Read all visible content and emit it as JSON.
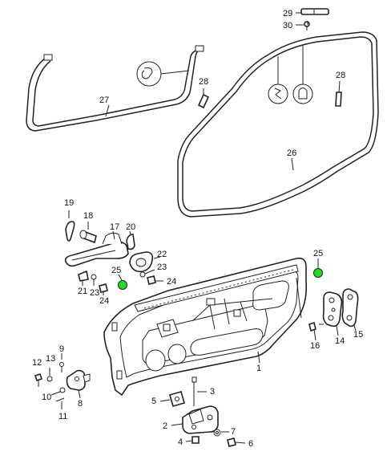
{
  "callouts": [
    {
      "id": "c1",
      "label": "1"
    },
    {
      "id": "c2",
      "label": "2"
    },
    {
      "id": "c3",
      "label": "3"
    },
    {
      "id": "c4",
      "label": "4"
    },
    {
      "id": "c5",
      "label": "5"
    },
    {
      "id": "c6",
      "label": "6"
    },
    {
      "id": "c7",
      "label": "7"
    },
    {
      "id": "c8",
      "label": "8"
    },
    {
      "id": "c9",
      "label": "9"
    },
    {
      "id": "c10",
      "label": "10"
    },
    {
      "id": "c11",
      "label": "11"
    },
    {
      "id": "c12",
      "label": "12"
    },
    {
      "id": "c13",
      "label": "13"
    },
    {
      "id": "c14",
      "label": "14"
    },
    {
      "id": "c15",
      "label": "15"
    },
    {
      "id": "c16",
      "label": "16"
    },
    {
      "id": "c17",
      "label": "17"
    },
    {
      "id": "c18",
      "label": "18"
    },
    {
      "id": "c19",
      "label": "19"
    },
    {
      "id": "c20",
      "label": "20"
    },
    {
      "id": "c21",
      "label": "21"
    },
    {
      "id": "c22",
      "label": "22"
    },
    {
      "id": "c23a",
      "label": "23"
    },
    {
      "id": "c23b",
      "label": "23"
    },
    {
      "id": "c24a",
      "label": "24"
    },
    {
      "id": "c24b",
      "label": "24"
    },
    {
      "id": "c25a",
      "label": "25"
    },
    {
      "id": "c25b",
      "label": "25"
    },
    {
      "id": "c26",
      "label": "26"
    },
    {
      "id": "c27",
      "label": "27"
    },
    {
      "id": "c28a",
      "label": "28"
    },
    {
      "id": "c28b",
      "label": "28"
    },
    {
      "id": "c29",
      "label": "29"
    },
    {
      "id": "c30",
      "label": "30"
    }
  ],
  "highlight_color": "#22dd22"
}
